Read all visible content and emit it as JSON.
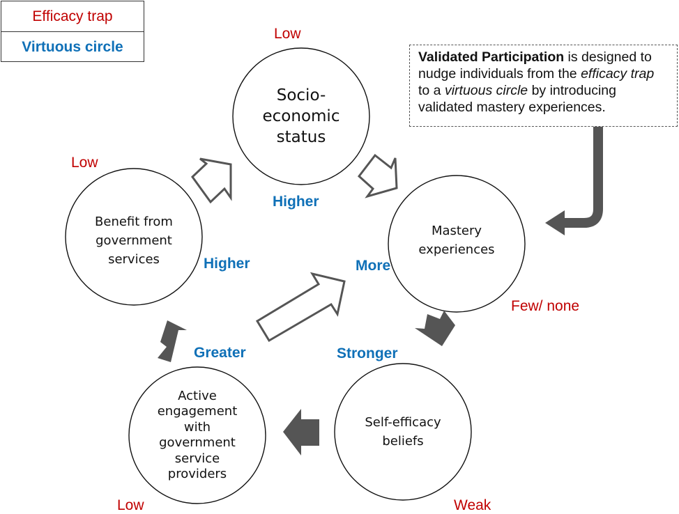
{
  "legend": {
    "efficacy_trap": "Efficacy trap",
    "virtuous_circle": "Virtuous circle",
    "colors": {
      "efficacy_trap": "#c00000",
      "virtuous_circle": "#0f70b7"
    }
  },
  "callout": {
    "bold": "Validated Participation",
    "t1": " is designed to nudge individuals from the ",
    "i1": "efficacy trap",
    "t2": " to a ",
    "i2": "virtuous circle",
    "t3": " by introducing validated mastery experiences."
  },
  "nodes": [
    {
      "id": "ses",
      "label": "Socio-\neconomic\nstatus",
      "trap": "Low",
      "virtuous": "Higher"
    },
    {
      "id": "mastery",
      "label": "Mastery\nexperiences",
      "trap": "Few/ none",
      "virtuous": "More"
    },
    {
      "id": "selfeff",
      "label": "Self-efficacy\nbeliefs",
      "trap": "Weak",
      "virtuous": "Stronger"
    },
    {
      "id": "engage",
      "label": "Active\nengagement\nwith\ngovernment\nservice\nproviders",
      "trap": "Low",
      "virtuous": "Greater"
    },
    {
      "id": "benefit",
      "label": "Benefit from\ngovernment\nservices",
      "trap": "Low",
      "virtuous": "Higher"
    }
  ]
}
